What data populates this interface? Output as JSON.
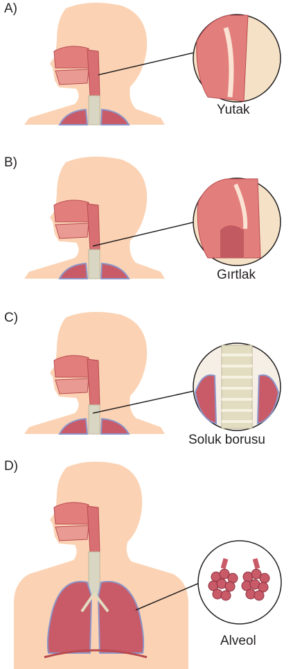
{
  "options": [
    {
      "letter": "A)",
      "label": "Yutak"
    },
    {
      "letter": "B)",
      "label": "Gırtlak"
    },
    {
      "letter": "C)",
      "label": "Soluk borusu"
    },
    {
      "letter": "D)",
      "label": "Alveol"
    }
  ],
  "colors": {
    "skin": "#fbd3b4",
    "tissue": "#e27f7c",
    "tissue_dark": "#b84a4f",
    "trachea": "#d9d7c3",
    "lung": "#c95a68",
    "lung_outline": "#8c96c9",
    "line": "#231f20"
  }
}
